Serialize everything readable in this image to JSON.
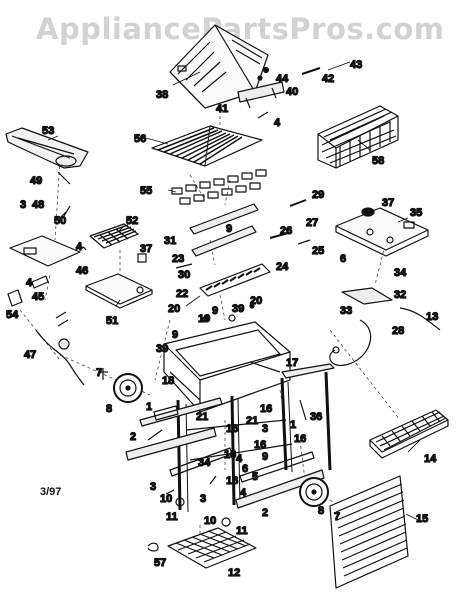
{
  "watermark": "AppliancePartsPros.com",
  "date_code": "3/97",
  "part_labels": [
    {
      "id": "p38",
      "text": "38"
    },
    {
      "id": "p43",
      "text": "43"
    },
    {
      "id": "p42",
      "text": "42"
    },
    {
      "id": "p44",
      "text": "44"
    },
    {
      "id": "p40",
      "text": "40"
    },
    {
      "id": "p41",
      "text": "41"
    },
    {
      "id": "p4a",
      "text": "4"
    },
    {
      "id": "p53",
      "text": "53"
    },
    {
      "id": "p56",
      "text": "56"
    },
    {
      "id": "p58",
      "text": "58"
    },
    {
      "id": "p49",
      "text": "49"
    },
    {
      "id": "p55",
      "text": "55"
    },
    {
      "id": "p29",
      "text": "29"
    },
    {
      "id": "p37a",
      "text": "37"
    },
    {
      "id": "p35",
      "text": "35"
    },
    {
      "id": "p3a",
      "text": "3"
    },
    {
      "id": "p48",
      "text": "48"
    },
    {
      "id": "p50",
      "text": "50"
    },
    {
      "id": "p52",
      "text": "52"
    },
    {
      "id": "p9a",
      "text": "9"
    },
    {
      "id": "p31",
      "text": "31"
    },
    {
      "id": "p26",
      "text": "26"
    },
    {
      "id": "p27",
      "text": "27"
    },
    {
      "id": "p4b",
      "text": "4"
    },
    {
      "id": "p37b",
      "text": "37"
    },
    {
      "id": "p25",
      "text": "25"
    },
    {
      "id": "p23",
      "text": "23"
    },
    {
      "id": "p24",
      "text": "24"
    },
    {
      "id": "p6a",
      "text": "6"
    },
    {
      "id": "p34a",
      "text": "34"
    },
    {
      "id": "p46",
      "text": "46"
    },
    {
      "id": "p30",
      "text": "30"
    },
    {
      "id": "p4c",
      "text": "4"
    },
    {
      "id": "p22",
      "text": "22"
    },
    {
      "id": "p45",
      "text": "45"
    },
    {
      "id": "p32",
      "text": "32"
    },
    {
      "id": "p54",
      "text": "54"
    },
    {
      "id": "p51",
      "text": "51"
    },
    {
      "id": "p20a",
      "text": "20"
    },
    {
      "id": "p39a",
      "text": "39"
    },
    {
      "id": "p20b",
      "text": "20"
    },
    {
      "id": "p9b",
      "text": "9"
    },
    {
      "id": "p19",
      "text": "19"
    },
    {
      "id": "p33",
      "text": "33"
    },
    {
      "id": "p13",
      "text": "13"
    },
    {
      "id": "p28",
      "text": "28"
    },
    {
      "id": "p9c",
      "text": "9"
    },
    {
      "id": "p47",
      "text": "47"
    },
    {
      "id": "p39b",
      "text": "39"
    },
    {
      "id": "p17",
      "text": "17"
    },
    {
      "id": "p18",
      "text": "18"
    },
    {
      "id": "p7a",
      "text": "7"
    },
    {
      "id": "p8a",
      "text": "8"
    },
    {
      "id": "p1a",
      "text": "1"
    },
    {
      "id": "p16a",
      "text": "16"
    },
    {
      "id": "p36",
      "text": "36"
    },
    {
      "id": "p21a",
      "text": "21"
    },
    {
      "id": "p1b",
      "text": "1"
    },
    {
      "id": "p21b",
      "text": "21"
    },
    {
      "id": "p3b",
      "text": "3"
    },
    {
      "id": "p16b",
      "text": "16"
    },
    {
      "id": "p2a",
      "text": "2"
    },
    {
      "id": "p16c",
      "text": "16"
    },
    {
      "id": "p34b",
      "text": "34"
    },
    {
      "id": "p4d",
      "text": "4"
    },
    {
      "id": "p16d",
      "text": "16"
    },
    {
      "id": "p16e",
      "text": "16"
    },
    {
      "id": "p6b",
      "text": "6"
    },
    {
      "id": "p9d",
      "text": "9"
    },
    {
      "id": "p5",
      "text": "5"
    },
    {
      "id": "p14",
      "text": "14"
    },
    {
      "id": "p16f",
      "text": "16"
    },
    {
      "id": "p4e",
      "text": "4"
    },
    {
      "id": "p3c",
      "text": "3"
    },
    {
      "id": "p10a",
      "text": "10"
    },
    {
      "id": "p3d",
      "text": "3"
    },
    {
      "id": "p8b",
      "text": "8"
    },
    {
      "id": "p7b",
      "text": "7"
    },
    {
      "id": "p11a",
      "text": "11"
    },
    {
      "id": "p10b",
      "text": "10"
    },
    {
      "id": "p2b",
      "text": "2"
    },
    {
      "id": "p15",
      "text": "15"
    },
    {
      "id": "p11b",
      "text": "11"
    },
    {
      "id": "p12",
      "text": "12"
    },
    {
      "id": "p57",
      "text": "57"
    }
  ]
}
